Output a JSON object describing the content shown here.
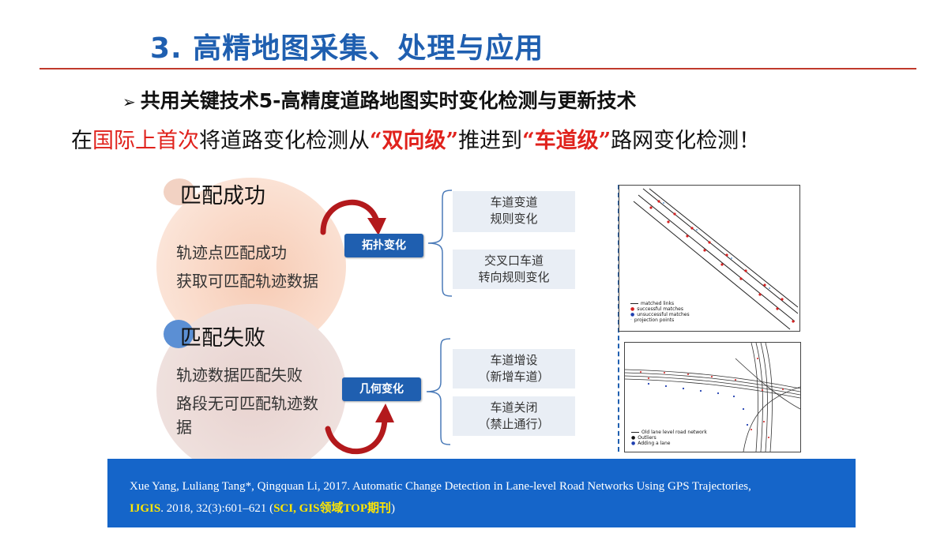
{
  "title": "3. 高精地图采集、处理与应用",
  "subtitle": "共用关键技术5-高精度道路地图实时变化检测与更新技术",
  "headline": {
    "part1": "在",
    "part2_red": "国际上首次",
    "part3": "将道路变化检测从",
    "part4_red": "“双向级”",
    "part5": "推进到",
    "part6_red": "“车道级”",
    "part7": "路网变化检测！"
  },
  "match_success": {
    "heading": "匹配成功",
    "line1": "轨迹点匹配成功",
    "line2": "获取可匹配轨迹数据"
  },
  "match_fail": {
    "heading": "匹配失败",
    "line1": "轨迹数据匹配失败",
    "line2": "路段无可匹配轨迹数据"
  },
  "categories": {
    "topology": "拓扑变化",
    "geometry": "几何变化"
  },
  "items": {
    "item1_line1": "车道变道",
    "item1_line2": "规则变化",
    "item2_line1": "交叉口车道",
    "item2_line2": "转向规则变化",
    "item3_line1": "车道增设",
    "item3_line2": "（新增车道）",
    "item4_line1": "车道关闭",
    "item4_line2": "（禁止通行）"
  },
  "figure_top_legend": [
    "matched links",
    "successful matches",
    "unsuccessful matches",
    "projection points"
  ],
  "figure_bottom_legend": [
    "Old lane level road network",
    "Outliers",
    "Adding a lane"
  ],
  "citation": {
    "line1": "Xue Yang, Luliang Tang*, Qingquan Li, 2017. Automatic Change Detection in Lane-level Road Networks Using GPS Trajectories,",
    "journal": "IJGIS",
    "line2_mid": ". 2018, 32(3):601–621 (",
    "index": "SCI, GIS领域TOP期刊",
    "line2_end": ")"
  },
  "colors": {
    "title_blue": "#1f5fb0",
    "accent_red": "#e0221c",
    "category_blue": "#1f5fb0",
    "citation_bg": "#1565c9",
    "citation_highlight": "#ffe600",
    "arrow_red": "#b3191c"
  }
}
